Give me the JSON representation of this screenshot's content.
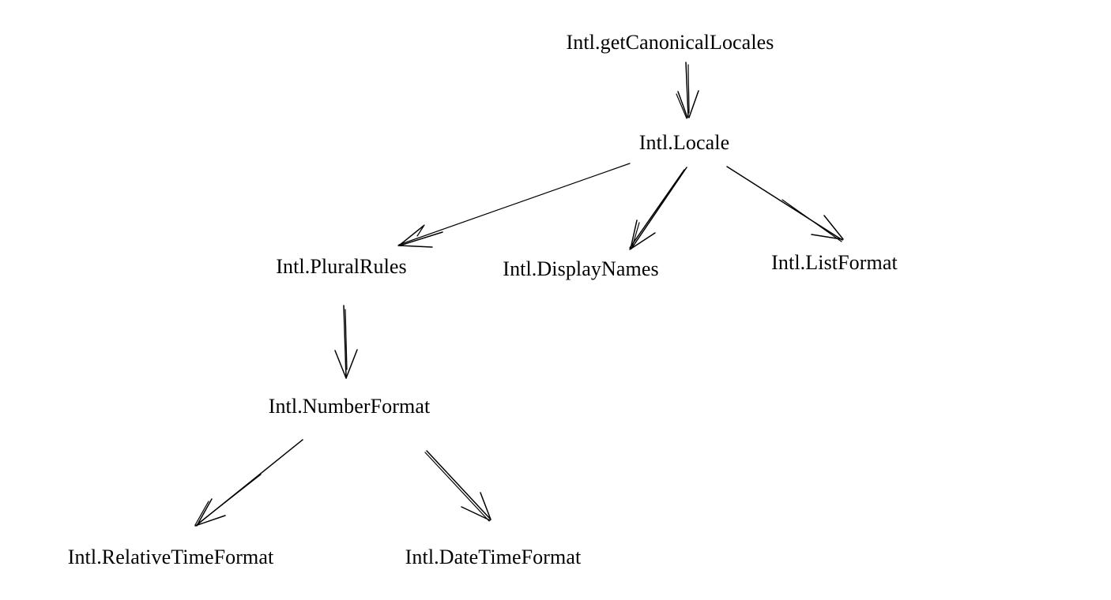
{
  "colors": {
    "background": "#ffffff",
    "ink": "#000000"
  },
  "diagram": {
    "nodes": [
      {
        "id": "get-canonical-locales",
        "label": "Intl.getCanonicalLocales"
      },
      {
        "id": "locale",
        "label": "Intl.Locale"
      },
      {
        "id": "plural-rules",
        "label": "Intl.PluralRules"
      },
      {
        "id": "display-names",
        "label": "Intl.DisplayNames"
      },
      {
        "id": "list-format",
        "label": "Intl.ListFormat"
      },
      {
        "id": "number-format",
        "label": "Intl.NumberFormat"
      },
      {
        "id": "relative-time-format",
        "label": "Intl.RelativeTimeFormat"
      },
      {
        "id": "date-time-format",
        "label": "Intl.DateTimeFormat"
      }
    ],
    "edges": [
      {
        "from": "Intl.getCanonicalLocales",
        "to": "Intl.Locale"
      },
      {
        "from": "Intl.Locale",
        "to": "Intl.PluralRules"
      },
      {
        "from": "Intl.Locale",
        "to": "Intl.DisplayNames"
      },
      {
        "from": "Intl.Locale",
        "to": "Intl.ListFormat"
      },
      {
        "from": "Intl.PluralRules",
        "to": "Intl.NumberFormat"
      },
      {
        "from": "Intl.NumberFormat",
        "to": "Intl.RelativeTimeFormat"
      },
      {
        "from": "Intl.NumberFormat",
        "to": "Intl.DateTimeFormat"
      }
    ]
  }
}
